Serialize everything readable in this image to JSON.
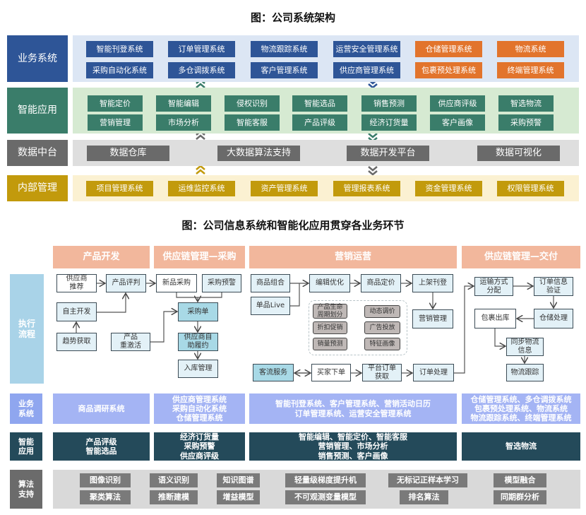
{
  "title1": "图：公司系统架构",
  "arch": {
    "business": {
      "label": "业务系统",
      "items": [
        "智能刊登系统",
        "订单管理系统",
        "物流跟踪系统",
        "运营安全管理系统",
        "仓储管理系统",
        "物流系统",
        "采购自动化系统",
        "多仓调拨系统",
        "客户管理系统",
        "供应商管理系统",
        "包裹预处理系统",
        "终端管理系统"
      ]
    },
    "smart": {
      "label": "智能应用",
      "items": [
        "智能定价",
        "智能编辑",
        "侵权识别",
        "智能选品",
        "销售预测",
        "供应商评级",
        "智选物流",
        "营销管理",
        "市场分析",
        "智能客服",
        "产品评级",
        "经济订货量",
        "客户画像",
        "采购预警"
      ]
    },
    "data": {
      "label": "数据中台",
      "items": [
        "数据仓库",
        "大数据算法支持",
        "数据开发平台",
        "数据可视化"
      ]
    },
    "internal": {
      "label": "内部管理",
      "items": [
        "项目管理系统",
        "运维监控系统",
        "资产管理系统",
        "管理报表系统",
        "资金管理系统",
        "权限管理系统"
      ]
    }
  },
  "title2": "图：公司信息系统和智能化应用贯穿各业务环节",
  "stages": [
    "产品开发",
    "供应链管理—采购",
    "营销运营",
    "供应链管理—交付"
  ],
  "flow": {
    "label": "执行\n流程",
    "boxes": {
      "supplier_rec": "供应商\n推荐",
      "product_eval": "产品评判",
      "self_dev": "自主开发",
      "trend": "趋势获取",
      "reactivate": "产品\n重激活",
      "new_purchase": "新品采购",
      "purchase_alert": "采购预警",
      "purchase_order": "采购单",
      "supplier_self": "供应商自\n助履约",
      "inbound": "入库管理",
      "combo": "商品组合",
      "live": "单品Live",
      "edit_opt": "编辑优化",
      "pricing": "商品定价",
      "listing": "上架刊登",
      "marketing": "营销管理",
      "lifecycle": "产品生命\n周期划分",
      "dyn_price": "动态调价",
      "discount": "折扣促销",
      "ads": "广告投放",
      "sales_fc": "销量预测",
      "portrait": "特征画像",
      "cs": "客流服务",
      "buyer_order": "买家下单",
      "platform_order": "平台订单\n获取",
      "order_proc": "订单处理",
      "transport": "运输方式\n分配",
      "order_verify": "订单信息\n验证",
      "pack_out": "包裹出库",
      "warehouse": "仓储处理",
      "sync_logi": "同步物流\n信息",
      "tracking": "物流跟踪"
    }
  },
  "biz_row": {
    "label": "业务\n系统",
    "cells": [
      "商品调研系统",
      "供应商管理系统\n采购自动化系统\n仓储管理系统",
      "智能刊登系统、客户管理系统、营销活动日历\n订单管理系统、运营安全管理系统",
      "仓储管理系统、多仓调拨系统\n包裹预处理系统、物流系统\n物流跟踪系统、终端管理系统"
    ]
  },
  "app_row": {
    "label": "智能\n应用",
    "cells": [
      "产品评级\n智能选品",
      "经济订货量\n采购预警\n供应商评级",
      "智能编辑、智能定价、智能客服\n营销管理、市场分析\n销售预测、客户画像",
      "智选物流"
    ]
  },
  "algo_row": {
    "label": "算法\n支持",
    "items": [
      "图像识别",
      "语义识别",
      "知识图谱",
      "轻量级梯度提升机",
      "无标记正样本学习",
      "模型融合",
      "聚类算法",
      "推断建模",
      "增益模型",
      "不可观测变量模型",
      "排名算法",
      "同期群分析"
    ]
  }
}
